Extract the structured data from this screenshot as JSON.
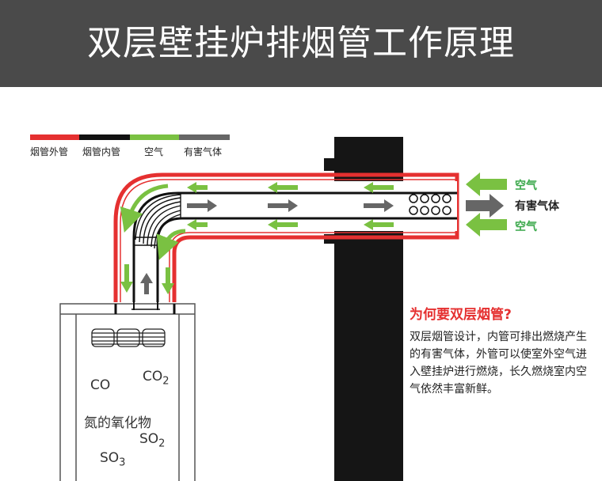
{
  "title": "双层壁挂炉排烟管工作原理",
  "legend": [
    {
      "label": "烟管外管",
      "color": "#e53030"
    },
    {
      "label": "烟管内管",
      "color": "#111111"
    },
    {
      "label": "空气",
      "color": "#7ac142"
    },
    {
      "label": "有害气体",
      "color": "#666666"
    }
  ],
  "flow_labels": {
    "air_top": "空气",
    "harmful_gas": "有害气体",
    "air_bottom": "空气"
  },
  "question": {
    "title": "为何要双层烟管?",
    "body": "双层烟管设计，内管可排出燃烧产生的有害气体，外管可以使室外空气进入壁挂炉进行燃烧，长久燃烧室内空气依然丰富新鲜。"
  },
  "chemicals": {
    "co": "CO",
    "co2_base": "CO",
    "co2_sub": "2",
    "nox": "氮的氧化物",
    "so2_base": "SO",
    "so2_sub": "2",
    "so3_base": "SO",
    "so3_sub": "3"
  },
  "colors": {
    "header_bg": "#4a4a4a",
    "outer_pipe": "#e53030",
    "inner_pipe": "#111111",
    "air": "#7ac142",
    "harmful_gas": "#666666"
  }
}
